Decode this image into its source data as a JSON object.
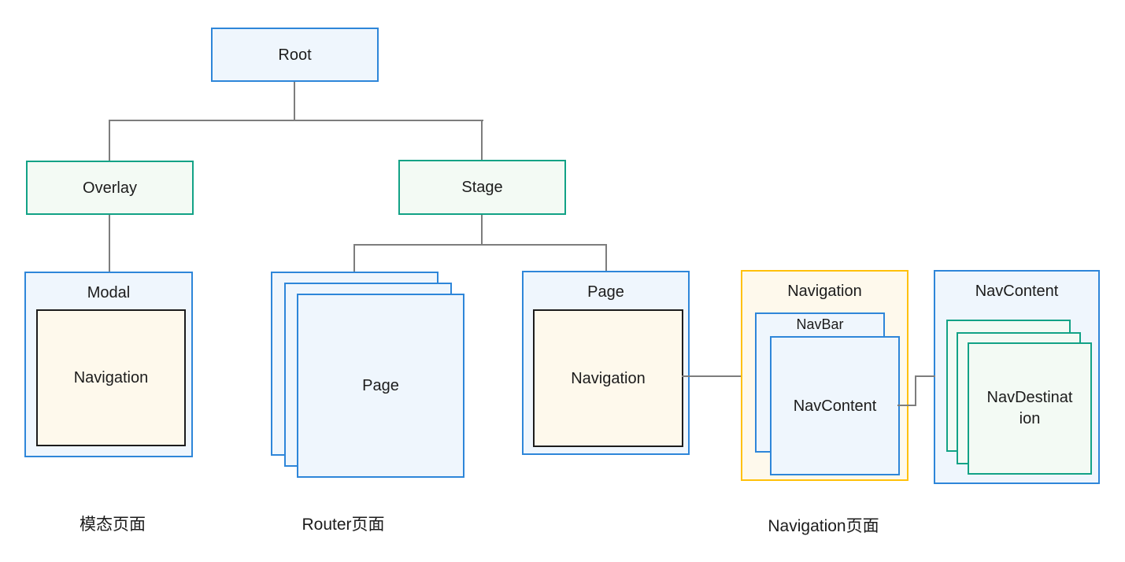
{
  "colors": {
    "blue-border": "#2E86D9",
    "blue-fill": "#EFF6FD",
    "teal-border": "#12A286",
    "teal-fill": "#F3FAF4",
    "yellow-border": "#FFC10A",
    "yellow-fill": "#FEF9EC",
    "connector": "#7D7D7D",
    "text": "#1C1C1C"
  },
  "tree": {
    "root": "Root",
    "overlay": "Overlay",
    "stage": "Stage"
  },
  "modal_group": {
    "title": "Modal",
    "inner": "Navigation"
  },
  "router_stack": {
    "front_label": "Page"
  },
  "page_group": {
    "title": "Page",
    "inner": "Navigation"
  },
  "navigation_group": {
    "title": "Navigation",
    "navbar": "NavBar",
    "navcontent": "NavContent"
  },
  "navcontent_group": {
    "title": "NavContent",
    "front_label": "NavDestination"
  },
  "captions": {
    "modal": "模态页面",
    "router": "Router页面",
    "navigation": "Navigation页面"
  }
}
